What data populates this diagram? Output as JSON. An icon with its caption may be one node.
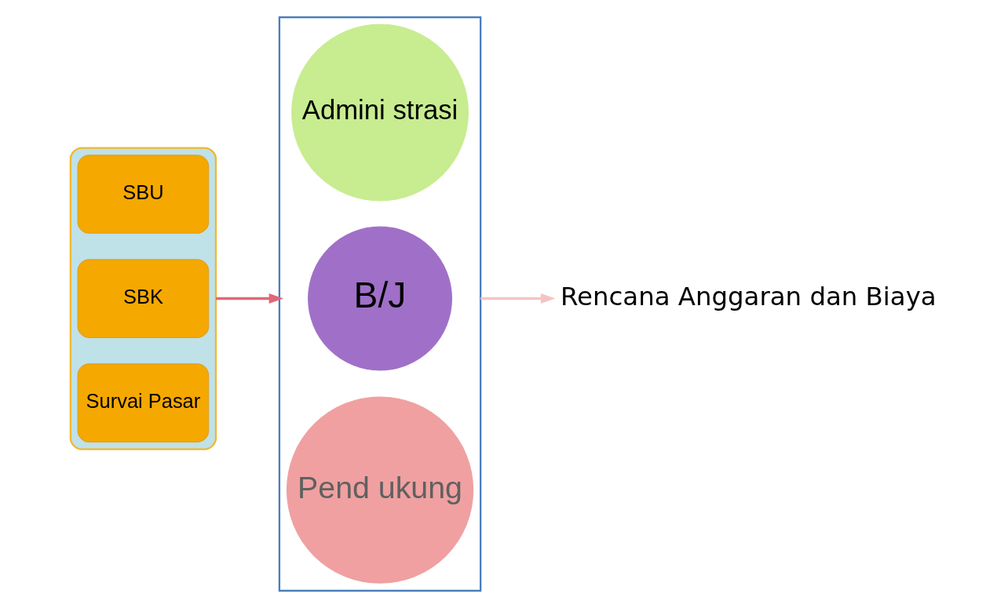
{
  "diagram": {
    "nodes": [
      {
        "text": [],
        "shape": "box"
      },
      {
        "text": [
          "SBU"
        ],
        "in": 0
      },
      {
        "text": [
          "SBK"
        ],
        "in": 0
      },
      {
        "text": [
          "Survai Pasar"
        ],
        "in": 0
      },
      {
        "text": [],
        "shape": "funnel"
      },
      {
        "text": [
          "Admini strasi"
        ],
        "in": 4
      },
      {
        "text": [
          "B/J"
        ],
        "in": 4
      },
      {
        "text": [
          "Pend ukung"
        ],
        "in": 4
      },
      {
        "text": [
          "Rencana Anggaran dan Biaya"
        ]
      }
    ],
    "edges": [
      {
        "from": 0,
        "to": 4,
        "arrow": "to",
        "color": "#e06878"
      },
      {
        "from": 4,
        "to": 8,
        "arrow": "to",
        "color": "#f4c4c4"
      }
    ]
  }
}
